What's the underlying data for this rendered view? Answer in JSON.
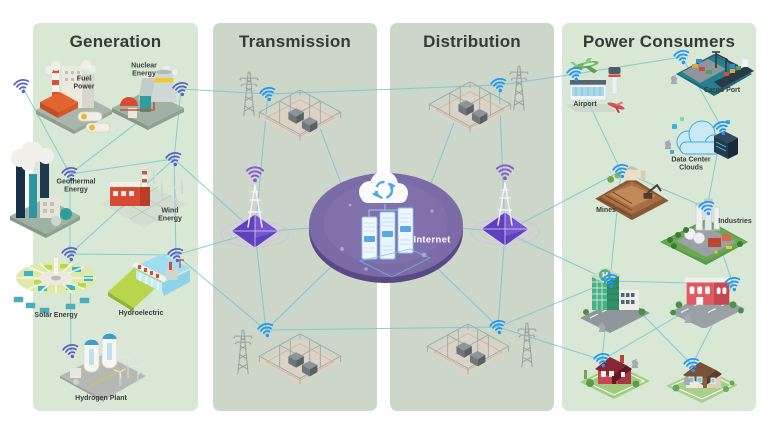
{
  "sections": {
    "generation": {
      "title": "Generation"
    },
    "transmission": {
      "title": "Transmission"
    },
    "distribution": {
      "title": "Distribution"
    },
    "consumers": {
      "title": "Power Consumers"
    }
  },
  "labels": {
    "fuel_power": "Fuel\nPower",
    "nuclear": "Nuclear\nEnergy",
    "geothermal": "Geothermal\nEnergy",
    "wind": "Wind\nEnergy",
    "solar": "Solar Energy",
    "hydroelectric": "Hydroelectric",
    "hydrogen": "Hydrogen Plant",
    "airport": "Airport",
    "cargo_port": "Cargo Port",
    "data_center": "Data Center\nClouds",
    "mines": "Mines",
    "industries": "Industries",
    "internet": "Internet"
  },
  "icons": [
    "wifi-icon",
    "transmission-tower-icon",
    "substation-icon",
    "communication-antenna-icon",
    "cloud-sync-icon",
    "server-rack-icon",
    "gray-statue-icon"
  ],
  "colors": {
    "panel_green": "#d8e8d4",
    "panel_gray": "#ccd6c9",
    "header_text": "#333d34",
    "label_text": "#3c3c3c",
    "line": "#74c6cf",
    "wifi_generation": "#5f5fc8",
    "wifi_blue": "#2196f3",
    "wifi_purple": "#8a5cd0",
    "internet_purple": "#7b6ba6",
    "internet_rim": "#594a85",
    "accent_blue": "#4da6e8"
  },
  "connections": [
    [
      "fuel",
      "geothermal"
    ],
    [
      "nuclear",
      "geothermal"
    ],
    [
      "nuclear",
      "wind"
    ],
    [
      "nuclear",
      "trans-top"
    ],
    [
      "geothermal",
      "solar"
    ],
    [
      "geothermal",
      "wind"
    ],
    [
      "solar",
      "wind"
    ],
    [
      "solar",
      "hydro"
    ],
    [
      "solar",
      "hydrogen"
    ],
    [
      "wind",
      "hydro"
    ],
    [
      "wind",
      "trans-ant"
    ],
    [
      "hydro",
      "trans-ant"
    ],
    [
      "hydro",
      "trans-bottom"
    ],
    [
      "trans-top",
      "trans-ant"
    ],
    [
      "trans-top",
      "dist-top"
    ],
    [
      "trans-top-sub",
      "internet-tl"
    ],
    [
      "trans-ant",
      "internet-l"
    ],
    [
      "trans-ant",
      "trans-bottom"
    ],
    [
      "trans-bottom",
      "internet-bl"
    ],
    [
      "trans-bottom",
      "dist-bottom"
    ],
    [
      "internet-tr",
      "dist-top-sub"
    ],
    [
      "internet-r",
      "dist-ant"
    ],
    [
      "internet-br",
      "dist-bottom"
    ],
    [
      "dist-top",
      "dist-ant"
    ],
    [
      "dist-top",
      "airport"
    ],
    [
      "dist-ant",
      "dist-bottom"
    ],
    [
      "dist-ant",
      "mines"
    ],
    [
      "dist-ant",
      "hospital"
    ],
    [
      "dist-bottom",
      "red-house"
    ],
    [
      "dist-bottom",
      "hospital"
    ],
    [
      "airport",
      "cargo"
    ],
    [
      "airport",
      "mines"
    ],
    [
      "cargo",
      "datacenter"
    ],
    [
      "datacenter",
      "industries"
    ],
    [
      "mines",
      "industries"
    ],
    [
      "mines",
      "hospital"
    ],
    [
      "industries",
      "school"
    ],
    [
      "hospital",
      "school"
    ],
    [
      "hospital",
      "red-house"
    ],
    [
      "hospital",
      "white-house"
    ],
    [
      "school",
      "red-house"
    ],
    [
      "school",
      "white-house"
    ]
  ]
}
